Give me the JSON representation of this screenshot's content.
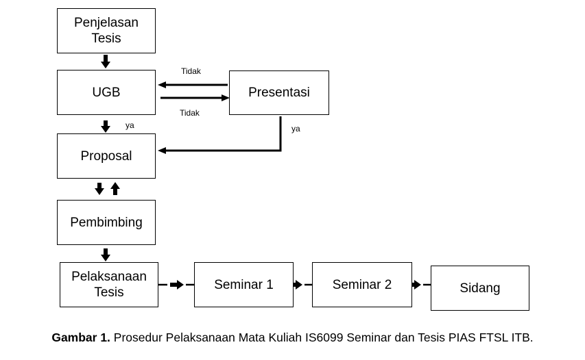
{
  "nodes": {
    "penjelasan": "Penjelasan\nTesis",
    "ugb": "UGB",
    "presentasi": "Presentasi",
    "proposal": "Proposal",
    "pembimbing": "Pembimbing",
    "pelaksanaan": "Pelaksanaan\nTesis",
    "seminar1": "Seminar 1",
    "seminar2": "Seminar 2",
    "sidang": "Sidang"
  },
  "edge_labels": {
    "tidak_top": "Tidak",
    "tidak_bottom": "Tidak",
    "ya_ugb": "ya",
    "ya_presentasi": "ya"
  },
  "caption": {
    "label": "Gambar 1.",
    "text": " Prosedur Pelaksanaan Mata Kuliah IS6099 Seminar dan Tesis PIAS FTSL ITB."
  }
}
